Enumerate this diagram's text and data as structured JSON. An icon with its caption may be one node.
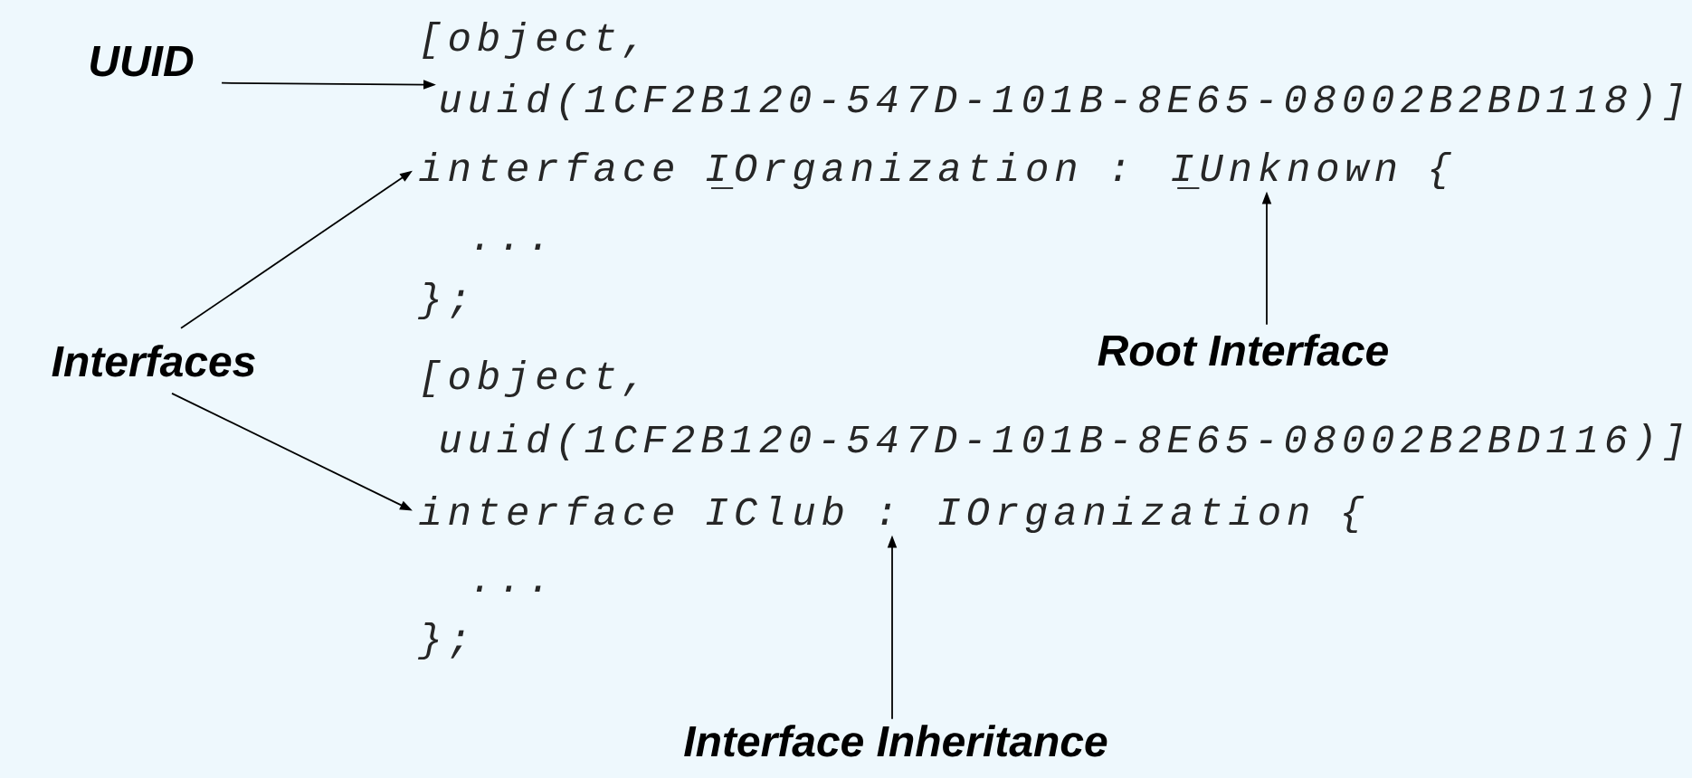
{
  "diagram": {
    "nodes": [
      {
        "text": [
          "UUID"
        ]
      },
      {
        "text": [
          "[object,"
        ]
      },
      {
        "text": [
          "uuid(1CF2B120-547D-101B-8E65-08002B2BD118)]"
        ]
      },
      {
        "text": [
          "interface IOrganization : IUnknown {"
        ]
      },
      {
        "text": [
          "..."
        ]
      },
      {
        "text": [
          "};"
        ]
      },
      {
        "text": [
          "Interfaces"
        ]
      },
      {
        "text": [
          "Root Interface"
        ]
      },
      {
        "text": [
          "[object,"
        ]
      },
      {
        "text": [
          "uuid(1CF2B120-547D-101B-8E65-08002B2BD116)]"
        ]
      },
      {
        "text": [
          "interface IClub : IOrganization {"
        ]
      },
      {
        "text": [
          "..."
        ]
      },
      {
        "text": [
          "};"
        ]
      },
      {
        "text": [
          "Interface Inheritance"
        ]
      }
    ],
    "edges": [
      {
        "from": 0,
        "to": 2,
        "arrow": "to"
      },
      {
        "from": 6,
        "to": 3,
        "arrow": "to"
      },
      {
        "from": 6,
        "to": 10,
        "arrow": "to"
      },
      {
        "from": 7,
        "to": 3,
        "arrow": "to"
      },
      {
        "from": 13,
        "to": 10,
        "arrow": "to"
      }
    ]
  }
}
